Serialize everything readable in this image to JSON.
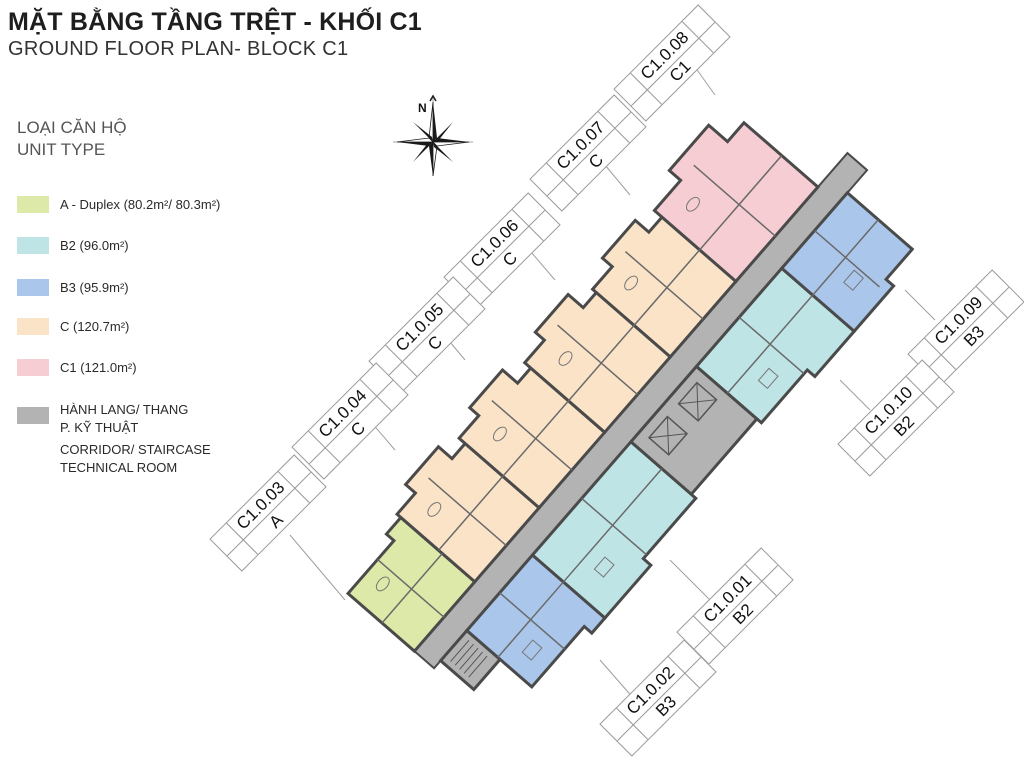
{
  "header": {
    "title": "MẶT BẰNG TẦNG TRỆT - KHỐI C1",
    "subtitle": "GROUND FLOOR PLAN- BLOCK C1"
  },
  "legend": {
    "heading_vi": "LOẠI CĂN HỘ",
    "heading_en": "UNIT TYPE",
    "items": [
      {
        "label": "A - Duplex (80.2m²/ 80.3m²)",
        "color": "#dde9a8"
      },
      {
        "label": "B2 (96.0m²)",
        "color": "#bfe4e6"
      },
      {
        "label": "B3 (95.9m²)",
        "color": "#aac6ea"
      },
      {
        "label": "C (120.7m²)",
        "color": "#fbe3c8"
      },
      {
        "label": "C1 (121.0m²)",
        "color": "#f6cdd3"
      },
      {
        "label": "HÀNH LANG/ THANG",
        "label2": "P. KỸ THUẬT",
        "label_en1": "CORRIDOR/ STAIRCASE",
        "label_en2": "TECHNICAL ROOM",
        "color": "#b3b3b3"
      }
    ]
  },
  "compass": {
    "label": "N"
  },
  "units": [
    {
      "code": "C1.0.01",
      "type": "B2"
    },
    {
      "code": "C1.0.02",
      "type": "B3"
    },
    {
      "code": "C1.0.03",
      "type": "A"
    },
    {
      "code": "C1.0.04",
      "type": "C"
    },
    {
      "code": "C1.0.05",
      "type": "C"
    },
    {
      "code": "C1.0.06",
      "type": "C"
    },
    {
      "code": "C1.0.07",
      "type": "C"
    },
    {
      "code": "C1.0.08",
      "type": "C1"
    },
    {
      "code": "C1.0.09",
      "type": "B3"
    },
    {
      "code": "C1.0.10",
      "type": "B2"
    }
  ],
  "colors": {
    "A": "#dde9a8",
    "B2": "#bfe4e6",
    "B3": "#aac6ea",
    "C": "#fbe3c8",
    "C1": "#f6cdd3",
    "corridor": "#b3b3b3",
    "wall": "#4a4a4a"
  }
}
